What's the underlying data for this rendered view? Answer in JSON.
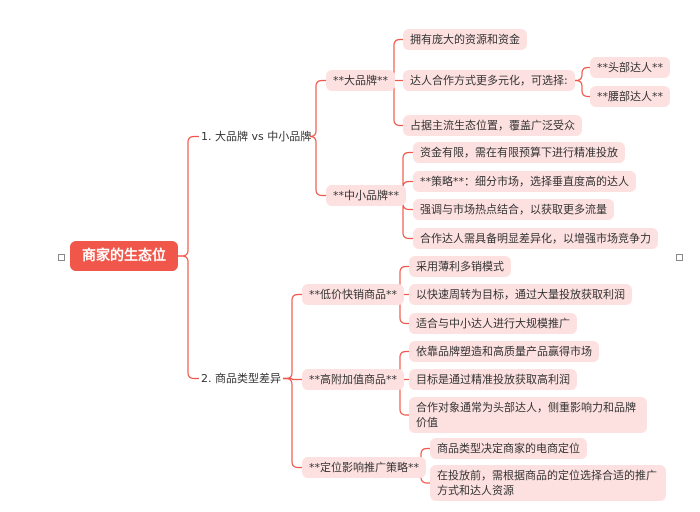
{
  "root": "商家的生态位",
  "branches": [
    {
      "label": "1. 大品牌 vs 中小品牌",
      "children": [
        {
          "label": "**大品牌**",
          "children": [
            "拥有庞大的资源和资金",
            "达人合作方式更多元化，可选择:",
            "占据主流生态位置，覆盖广泛受众"
          ],
          "sub_options": [
            "**头部达人**",
            "**腰部达人**"
          ]
        },
        {
          "label": "**中小品牌**",
          "children": [
            "资金有限，需在有限预算下进行精准投放",
            "**策略**：细分市场，选择垂直度高的达人",
            "强调与市场热点结合，以获取更多流量",
            "合作达人需具备明显差异化，以增强市场竞争力"
          ]
        }
      ]
    },
    {
      "label": "2. 商品类型差异",
      "children": [
        {
          "label": "**低价快销商品**",
          "children": [
            "采用薄利多销模式",
            "以快速周转为目标，通过大量投放获取利润",
            "适合与中小达人进行大规模推广"
          ]
        },
        {
          "label": "**高附加值商品**",
          "children": [
            "依靠品牌塑造和高质量产品赢得市场",
            "目标是通过精准投放获取高利润",
            "合作对象通常为头部达人，侧重影响力和品牌价值"
          ]
        },
        {
          "label": "**定位影响推广策略**",
          "children": [
            "商品类型决定商家的电商定位",
            "在投放前，需根据商品的定位选择合适的推广方式和达人资源"
          ]
        }
      ]
    }
  ],
  "colors": {
    "line": "#f0564a",
    "root_bg": "#f0564a",
    "pill_bg": "#fde1e0"
  }
}
